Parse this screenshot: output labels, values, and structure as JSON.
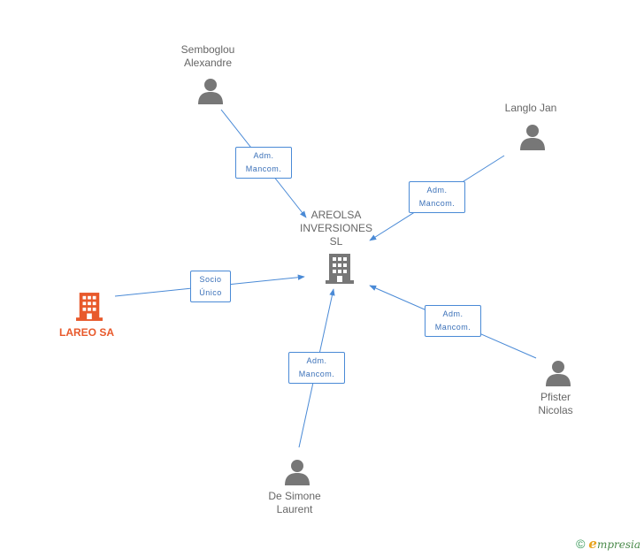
{
  "colors": {
    "edge": "#4a8ad6",
    "person": "#777777",
    "company_main": "#e8592b",
    "company_center": "#777777"
  },
  "nodes": {
    "center": {
      "label": "AREOLSA\nINVERSIONES\nSL",
      "icon": "building-icon"
    },
    "lareo": {
      "label": "LAREO SA",
      "icon": "building-icon"
    },
    "semboglou": {
      "label": "Semboglou\nAlexandre",
      "icon": "person-icon"
    },
    "langlo": {
      "label": "Langlo Jan",
      "icon": "person-icon"
    },
    "pfister": {
      "label": "Pfister\nNicolas",
      "icon": "person-icon"
    },
    "desimone": {
      "label": "De Simone\nLaurent",
      "icon": "person-icon"
    }
  },
  "edges": {
    "semboglou": "Adm.\nMancom.",
    "langlo": "Adm.\nMancom.",
    "lareo": "Socio\nÚnico",
    "pfister": "Adm.\nMancom.",
    "desimone": "Adm.\nMancom."
  },
  "footer": {
    "copyright": "©",
    "brand_initial": "e",
    "brand_rest": "mpresia"
  }
}
